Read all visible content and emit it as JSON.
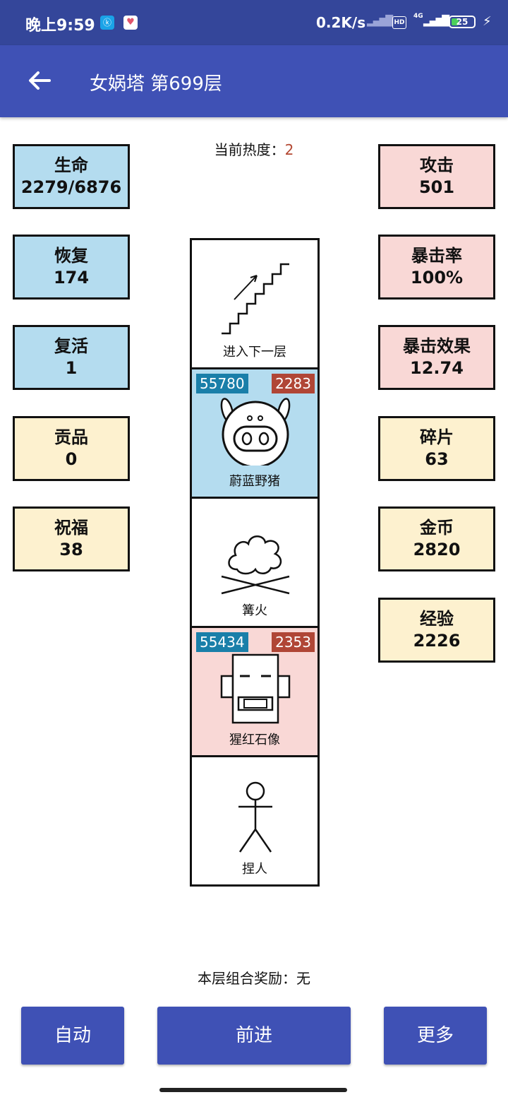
{
  "status_bar": {
    "time": "晚上9:59",
    "net_speed": "0.2K/s",
    "hd": "HD",
    "network": "4G",
    "battery": "25"
  },
  "header": {
    "title": "女娲塔 第699层"
  },
  "heat": {
    "label": "当前热度：",
    "value": "2"
  },
  "stats_left": [
    {
      "label": "生命",
      "value": "2279/6876",
      "color": "#b4dcef"
    },
    {
      "label": "恢复",
      "value": "174",
      "color": "#b4dcef"
    },
    {
      "label": "复活",
      "value": "1",
      "color": "#b4dcef"
    },
    {
      "label": "贡品",
      "value": "0",
      "color": "#fdf1cf"
    },
    {
      "label": "祝福",
      "value": "38",
      "color": "#fdf1cf"
    }
  ],
  "stats_right": [
    {
      "label": "攻击",
      "value": "501",
      "color": "#f9d8d6"
    },
    {
      "label": "暴击率",
      "value": "100%",
      "color": "#f9d8d6"
    },
    {
      "label": "暴击效果",
      "value": "12.74",
      "color": "#f9d8d6"
    },
    {
      "label": "碎片",
      "value": "63",
      "color": "#fdf1cf"
    },
    {
      "label": "金币",
      "value": "2820",
      "color": "#fdf1cf"
    },
    {
      "label": "经验",
      "value": "2226",
      "color": "#fdf1cf"
    }
  ],
  "tower": [
    {
      "name": "进入下一层",
      "icon": "stairs-icon"
    },
    {
      "name": "蔚蓝野猪",
      "icon": "boar-icon",
      "hp": "55780",
      "atk": "2283",
      "bg": "#b4dcef"
    },
    {
      "name": "篝火",
      "icon": "campfire-icon"
    },
    {
      "name": "猩红石像",
      "icon": "statue-icon",
      "hp": "55434",
      "atk": "2353",
      "bg": "#f9d8d6"
    },
    {
      "name": "捏人",
      "icon": "stickman-icon"
    }
  ],
  "combo": "本层组合奖励：无",
  "buttons": {
    "auto": "自动",
    "forward": "前进",
    "more": "更多"
  },
  "colors": {
    "status_bar": "#34469a",
    "app_bar": "#3f51b5",
    "hp_badge": "#1a7fa9",
    "atk_badge": "#b04636"
  }
}
